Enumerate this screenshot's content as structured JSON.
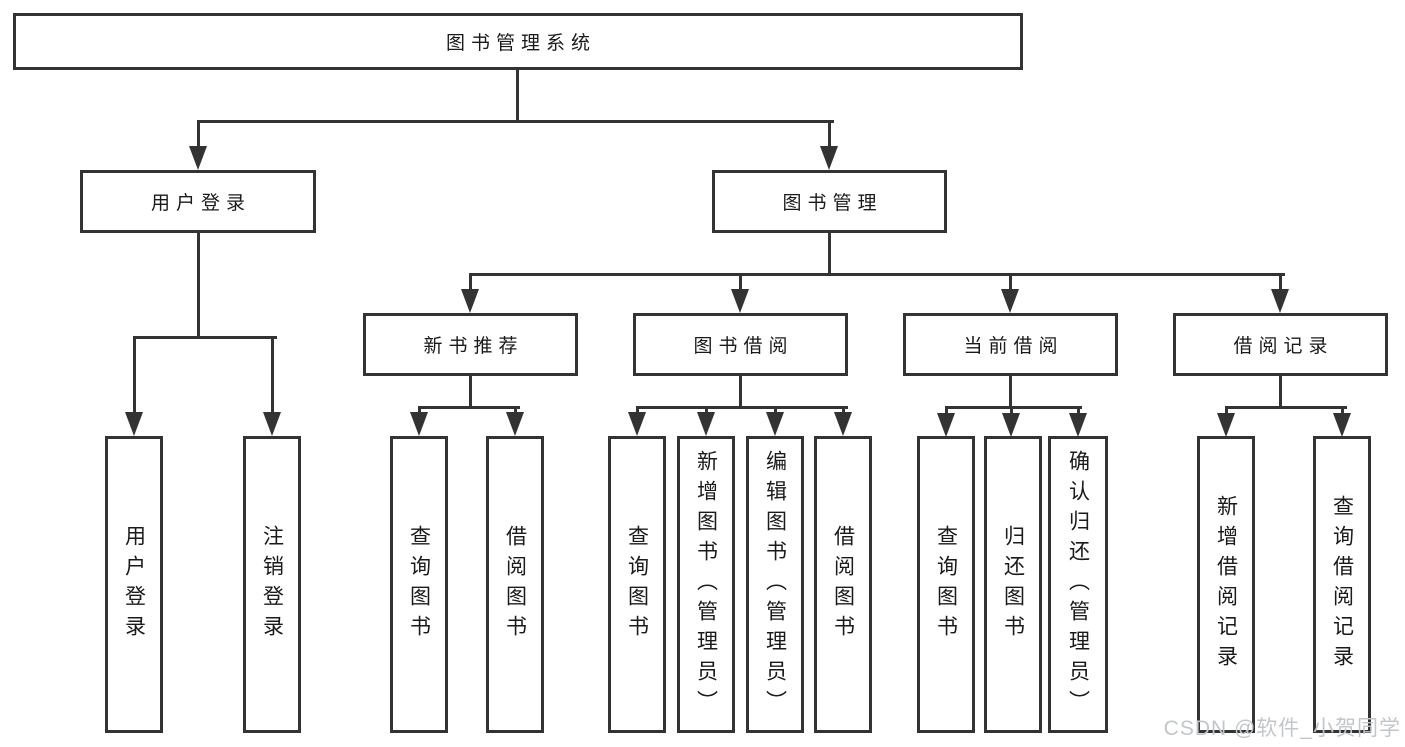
{
  "diagram": {
    "root": {
      "label": "图书管理系统"
    },
    "level2": [
      {
        "label": "用户登录"
      },
      {
        "label": "图书管理"
      }
    ],
    "level3": [
      {
        "label": "新书推荐"
      },
      {
        "label": "图书借阅"
      },
      {
        "label": "当前借阅"
      },
      {
        "label": "借阅记录"
      }
    ],
    "leaves": [
      {
        "label": "用户登录"
      },
      {
        "label": "注销登录"
      },
      {
        "label": "查询图书"
      },
      {
        "label": "借阅图书"
      },
      {
        "label": "查询图书"
      },
      {
        "label": "新增图书（管理员）"
      },
      {
        "label": "编辑图书（管理员）"
      },
      {
        "label": "借阅图书"
      },
      {
        "label": "查询图书"
      },
      {
        "label": "归还图书"
      },
      {
        "label": "确认归还（管理员）"
      },
      {
        "label": "新增借阅记录"
      },
      {
        "label": "查询借阅记录"
      }
    ],
    "watermark": "CSDN @软件_小贺同学",
    "colors": {
      "line": "#333333",
      "text": "#1a1a1a",
      "background": "#ffffff",
      "watermark": "#c3c6c9"
    }
  }
}
